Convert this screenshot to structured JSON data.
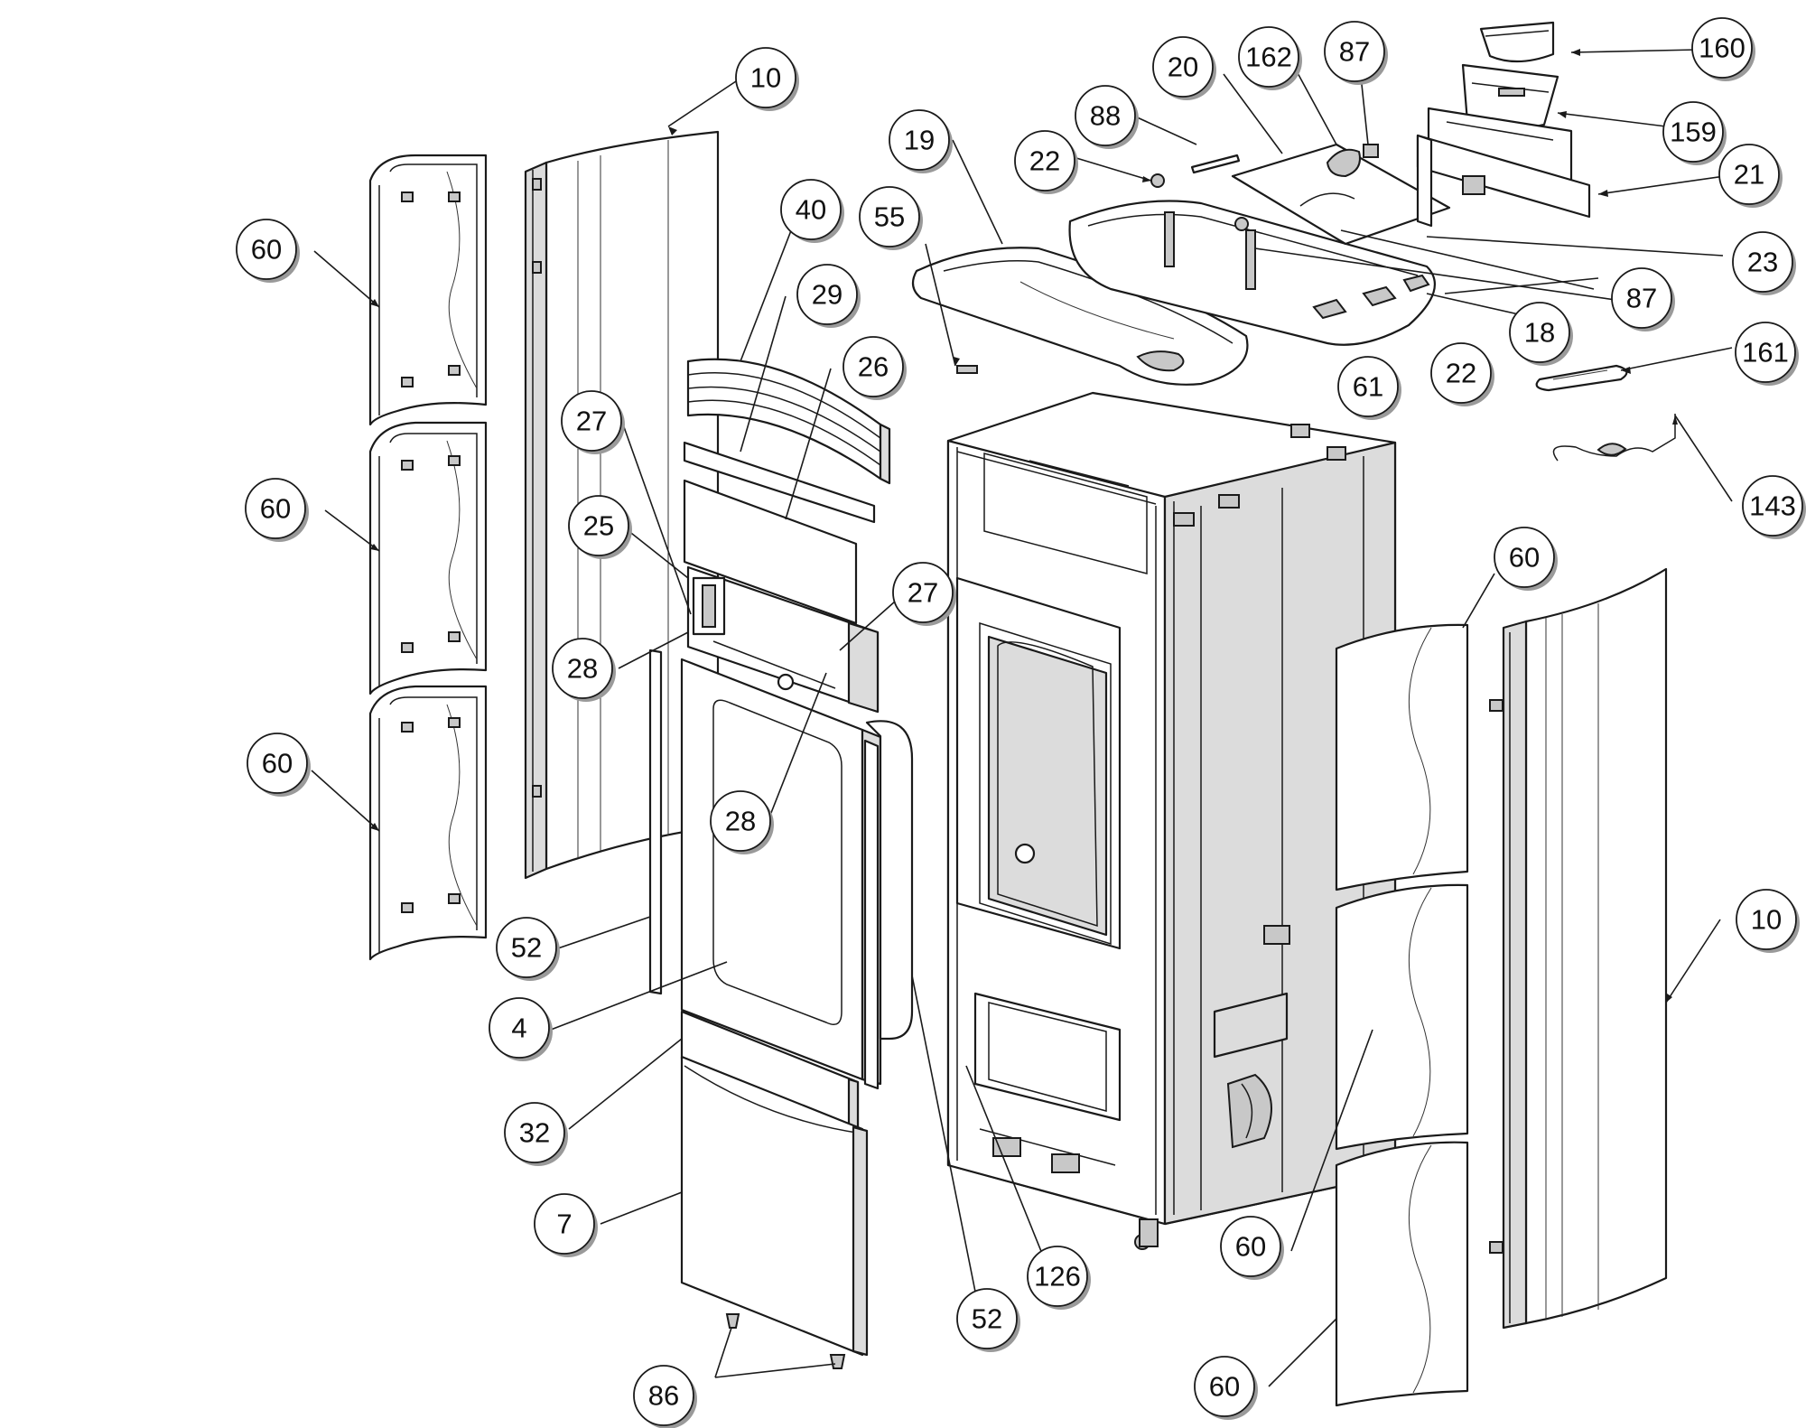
{
  "part_labels": [
    "10",
    "60",
    "60",
    "60",
    "40",
    "29",
    "26",
    "27",
    "25",
    "28",
    "27",
    "28",
    "52",
    "4",
    "32",
    "7",
    "86",
    "52",
    "126",
    "19",
    "55",
    "88",
    "22",
    "20",
    "162",
    "87",
    "160",
    "159",
    "21",
    "23",
    "87",
    "18",
    "22",
    "61",
    "161",
    "143",
    "60",
    "60",
    "60",
    "10"
  ]
}
